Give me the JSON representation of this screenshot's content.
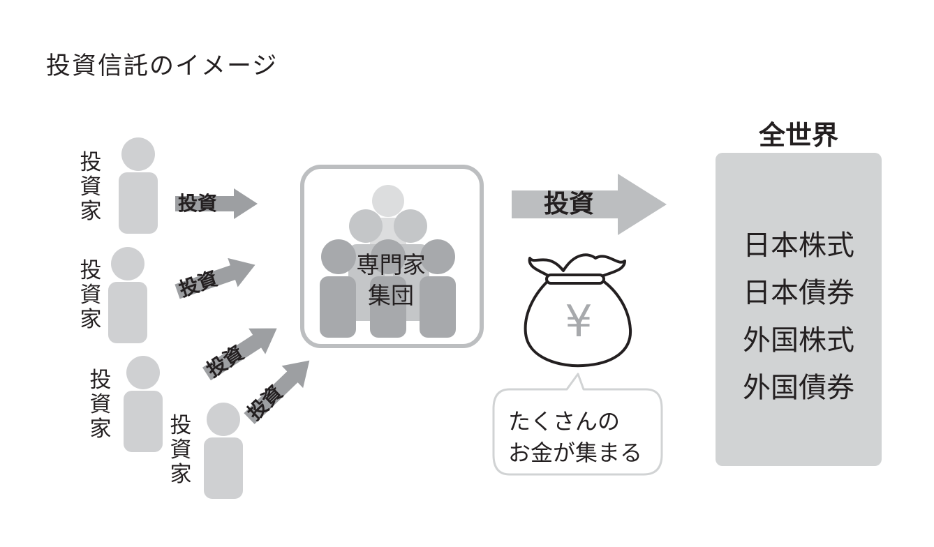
{
  "title": "投資信託のイメージ",
  "investor_label": "投資家",
  "invest_label": "投資",
  "expert_group": {
    "line1": "専門家",
    "line2": "集団"
  },
  "money_bag_symbol": "¥",
  "speech_bubble": {
    "line1": "たくさんの",
    "line2": "お金が集まる"
  },
  "world": {
    "title": "全世界",
    "items": [
      "日本株式",
      "日本債券",
      "外国株式",
      "外国債券"
    ]
  },
  "colors": {
    "text": "#231f20",
    "person_light": "#cfd0d2",
    "person_dark": "#a7a9ac",
    "arrow": "#9d9fa2",
    "big_arrow": "#bcbec0",
    "world_box": "#d1d3d4"
  }
}
